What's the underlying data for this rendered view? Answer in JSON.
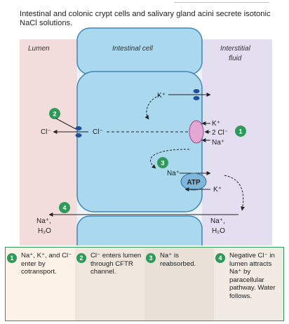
{
  "caption": "Intestinal and colonic crypt cells and salivary gland acini secrete isotonic NaCl solutions.",
  "regions": {
    "lumen": "Lumen",
    "cell": "Intestinal cell",
    "interstitial_1": "Interstitial",
    "interstitial_2": "fluid"
  },
  "labels": {
    "k_top": "K⁺",
    "k_right": "K⁺",
    "cl_right": "2 Cl⁻",
    "na_right": "Na⁺",
    "cl_lumen": "Cl⁻",
    "cl_cell": "Cl⁻",
    "na_pump": "Na⁺",
    "atp": "ATP",
    "k_pump": "K⁺",
    "na_lumen_1": "Na⁺,",
    "h2o_lumen": "H₂O",
    "na_inter_1": "Na⁺,",
    "h2o_inter": "H₂O"
  },
  "steps": [
    "1",
    "2",
    "3",
    "4"
  ],
  "legend": [
    {
      "num": "1",
      "text": "Na⁺, K⁺, and Cl⁻ enter by cotransport."
    },
    {
      "num": "2",
      "text": "Cl⁻ enters lumen through CFTR channel."
    },
    {
      "num": "3",
      "text": "Na⁺ is reabsorbed."
    },
    {
      "num": "4",
      "text": "Negative Cl⁻ in lumen attracts Na⁺ by paracellular pathway. Water follows."
    }
  ],
  "colors": {
    "accent": "#2e9a5a",
    "cell_fill": "#a9d8ef",
    "cell_stroke": "#3f86b5",
    "lumen_bg": "#f3dcdc",
    "interstitial_bg": "#e3def0",
    "channel": "#1f4f9c",
    "cotransporter": "#e4a7d4"
  }
}
